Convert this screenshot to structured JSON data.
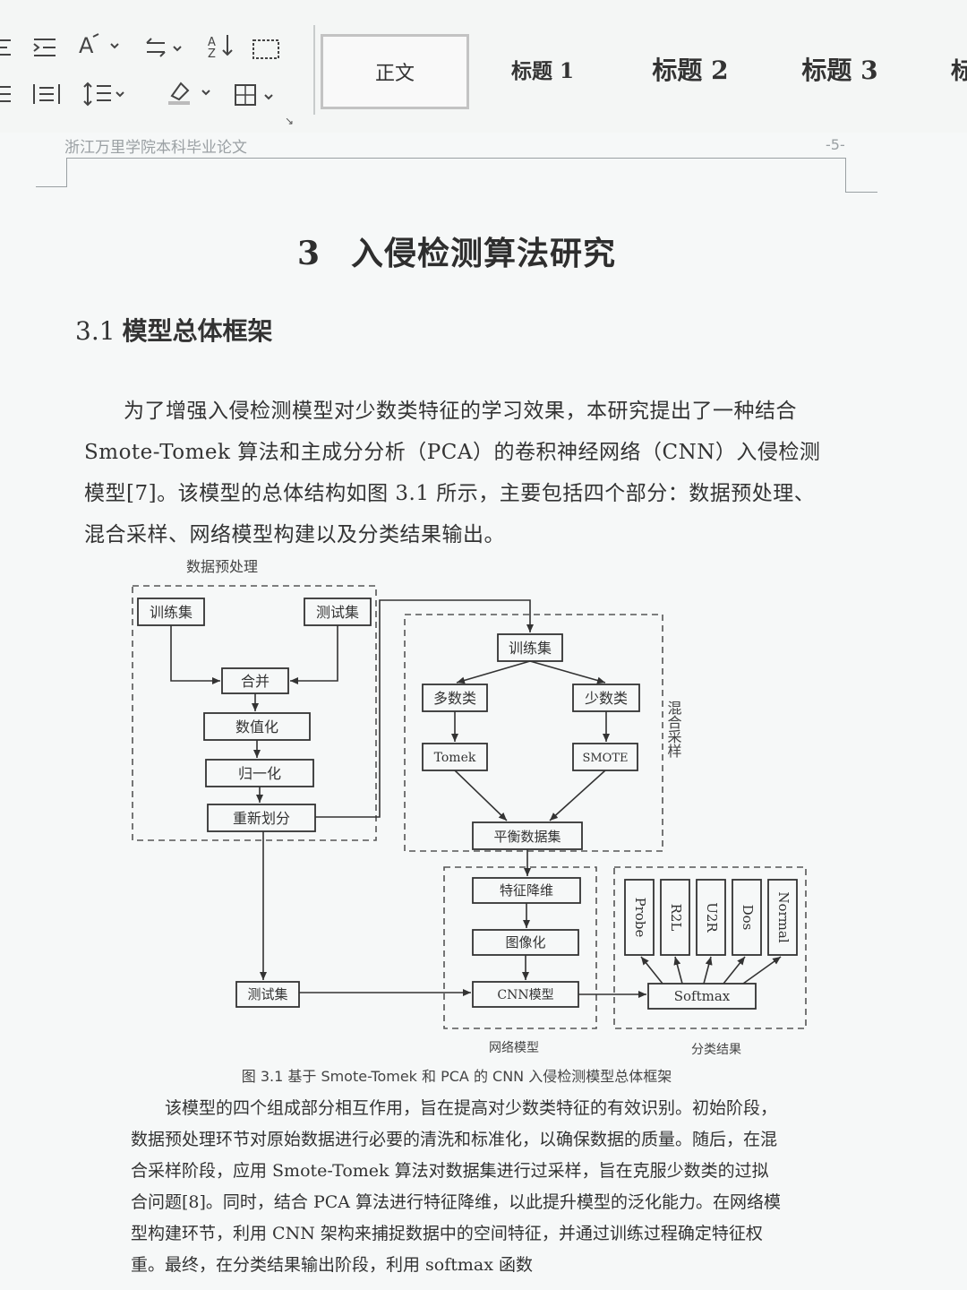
{
  "ribbon": {
    "styles": {
      "normal": "正文",
      "h1": "标题 1",
      "h2": "标题 2",
      "h3": "标题 3",
      "more": "标"
    }
  },
  "page": {
    "header_left": "浙江万里学院本科毕业论文",
    "header_right": "-5-",
    "chapter_num": "3",
    "chapter_title": "入侵检测算法研究",
    "section_num": "3.1",
    "section_title": "模型总体框架",
    "paragraph1": "为了增强入侵检测模型对少数类特征的学习效果，本研究提出了一种结合Smote-Tomek 算法和主成分分析（PCA）的卷积神经网络（CNN）入侵检测模型[7]。该模型的总体结构如图 3.1 所示，主要包括四个部分：数据预处理、混合采样、网络模型构建以及分类结果输出。",
    "figure_caption": "图 3.1 基于 Smote-Tomek 和 PCA 的 CNN 入侵检测模型总体框架",
    "paragraph2": "该模型的四个组成部分相互作用，旨在提高对少数类特征的有效识别。初始阶段，数据预处理环节对原始数据进行必要的清洗和标准化，以确保数据的质量。随后，在混合采样阶段，应用 Smote-Tomek 算法对数据集进行过采样，旨在克服少数类的过拟合问题[8]。同时，结合 PCA 算法进行特征降维，以此提升模型的泛化能力。在网络模型构建环节，利用 CNN 架构来捕捉数据中的空间特征，并通过训练过程确定特征权重。最终，在分类结果输出阶段，利用 softmax 函数"
  },
  "diagram": {
    "group_preprocess": "数据预处理",
    "group_sampling": "混合采样",
    "group_network": "网络模型",
    "group_result": "分类结果",
    "train_set": "训练集",
    "test_set_top": "测试集",
    "merge": "合并",
    "numerize": "数值化",
    "normalize": "归一化",
    "resplit": "重新划分",
    "train_set_2": "训练集",
    "majority": "多数类",
    "minority": "少数类",
    "tomek": "Tomek",
    "smote": "SMOTE",
    "balanced": "平衡数据集",
    "feature_reduction": "特征降维",
    "imaging": "图像化",
    "cnn": "CNN模型",
    "test_set_bottom": "测试集",
    "softmax": "Softmax",
    "classes": [
      "Probe",
      "R2L",
      "U2R",
      "Dos",
      "Normal"
    ]
  }
}
